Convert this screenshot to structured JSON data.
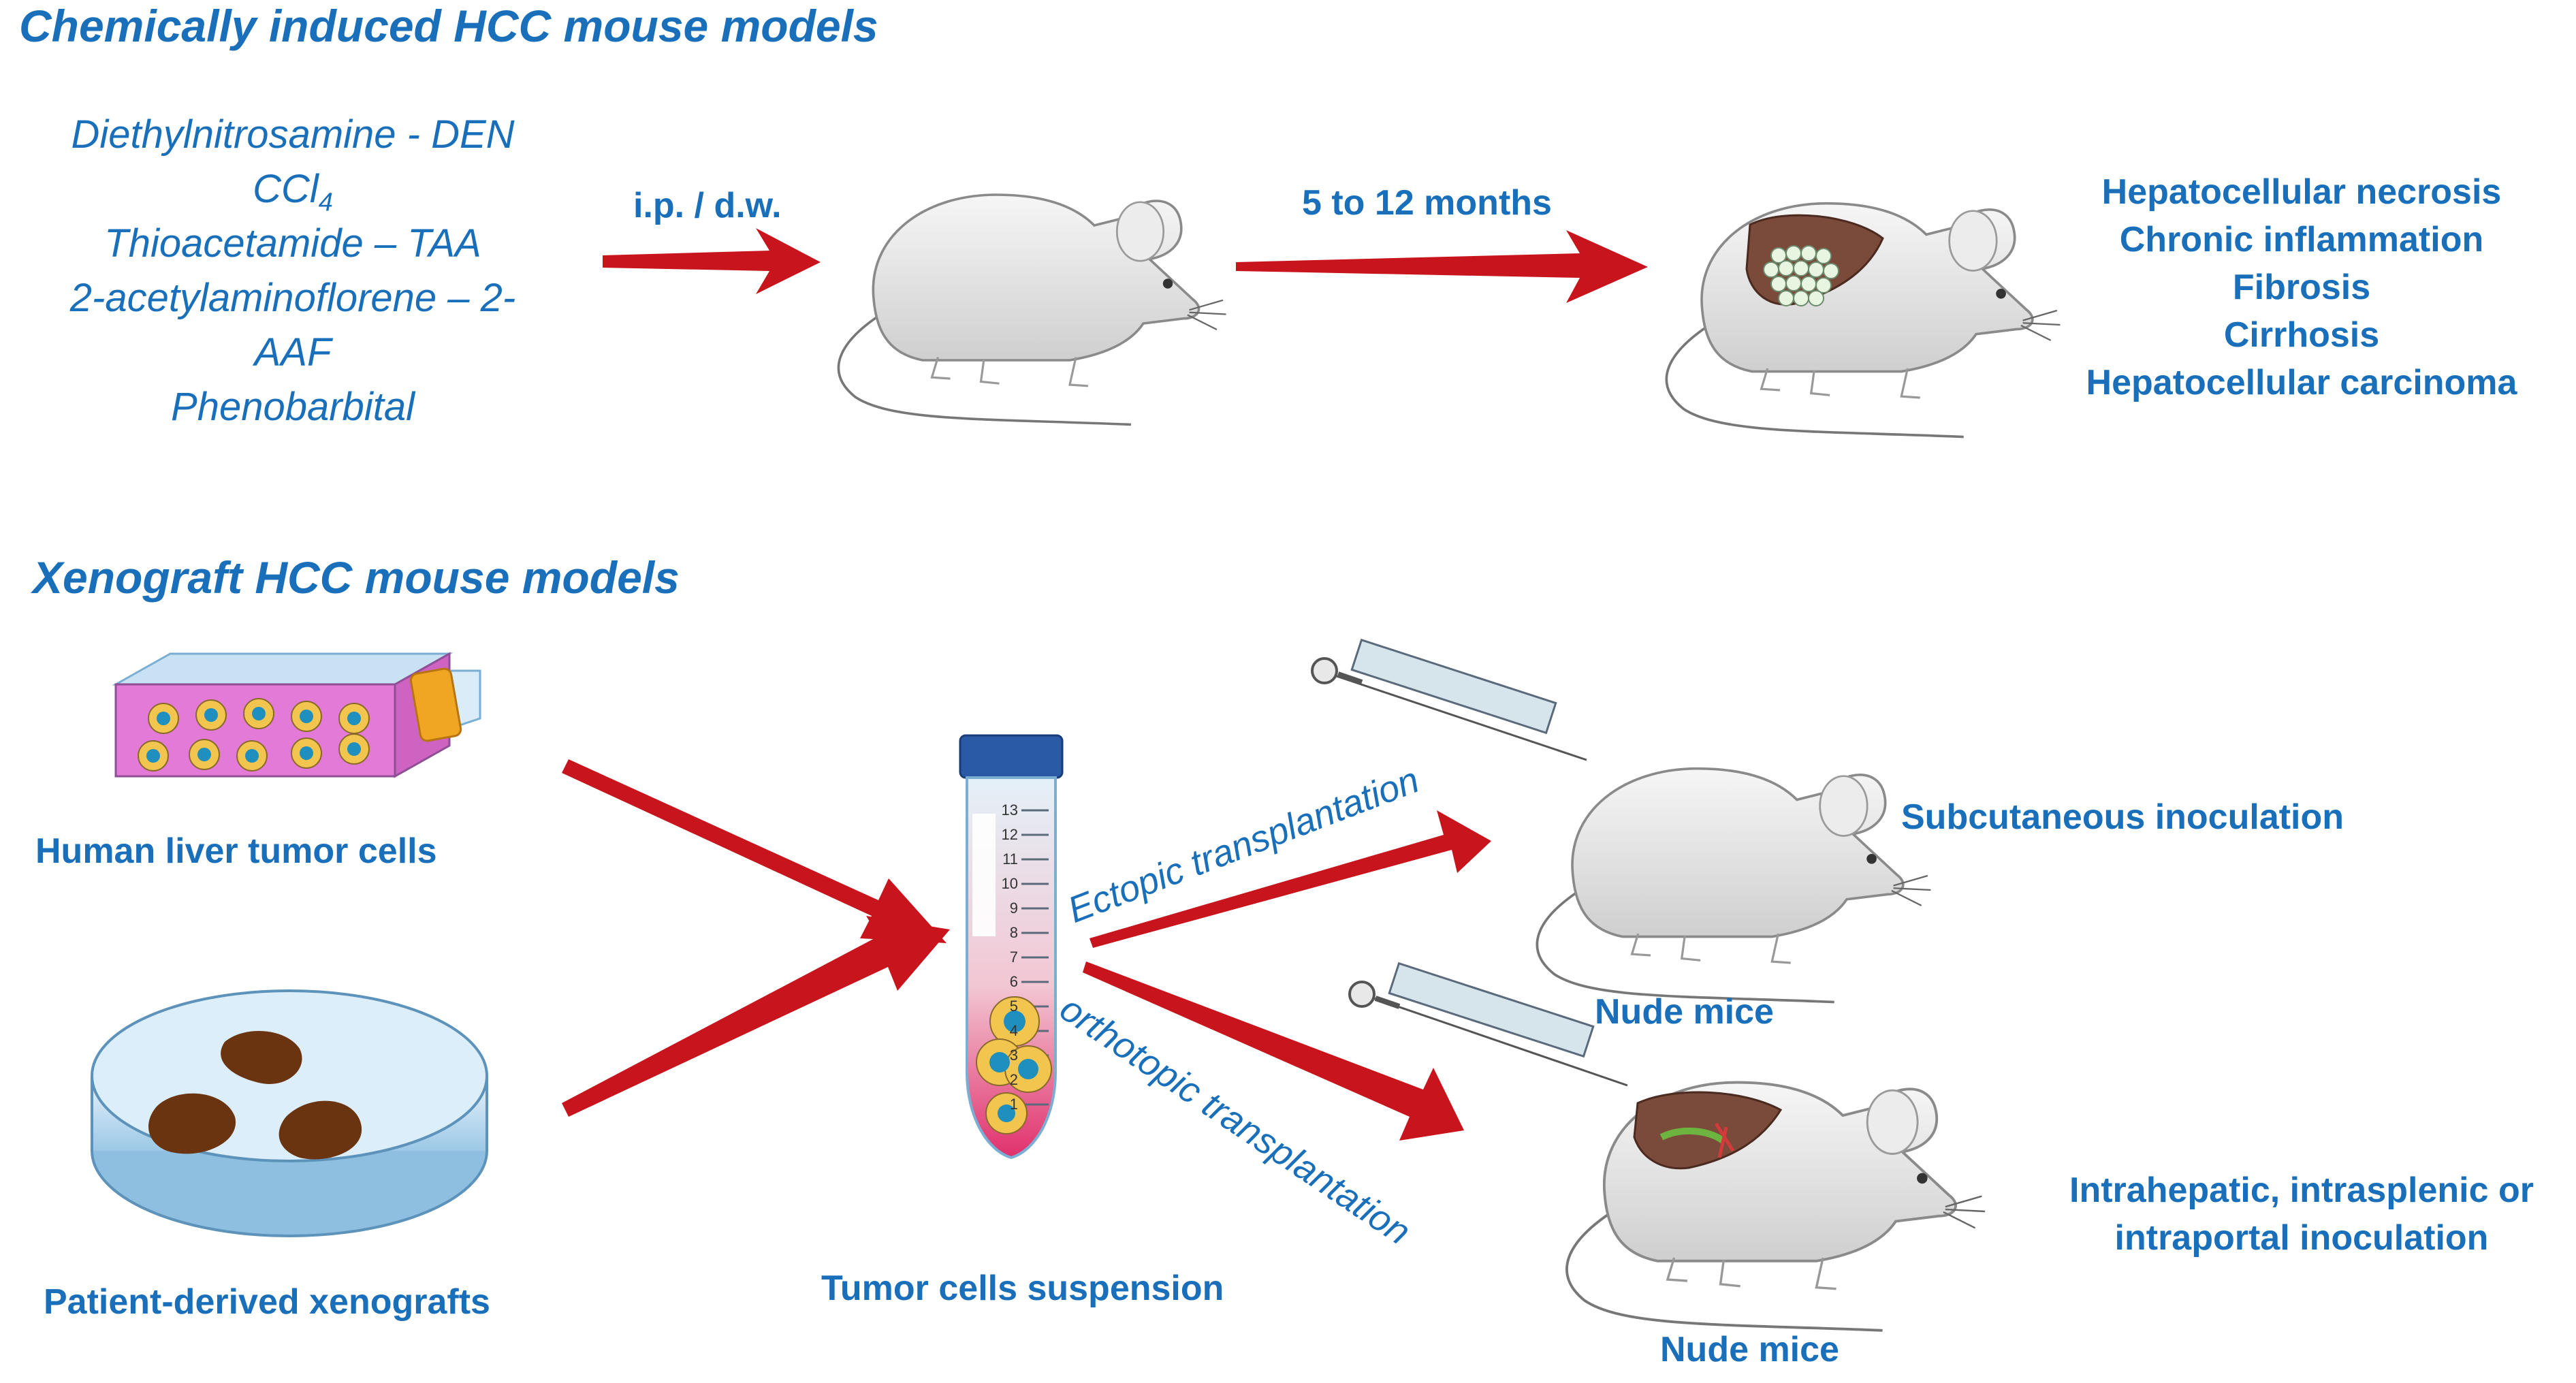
{
  "sections": {
    "chemical": {
      "title": "Chemically induced HCC mouse models",
      "agents": [
        "Diethylnitrosamine  - DEN",
        "CCl",
        "Thioacetamide  – TAA",
        "2-acetylaminoflorene  – 2-",
        "AAF",
        "Phenobarbital"
      ],
      "ccl_subscript": "4",
      "route_label": "i.p. / d.w.",
      "duration_label": "5 to 12 months",
      "outcomes": [
        "Hepatocellular necrosis",
        "Chronic inflammation",
        "Fibrosis",
        "Cirrhosis",
        "Hepatocellular carcinoma"
      ]
    },
    "xenograft": {
      "title": "Xenograft HCC mouse models",
      "sources": [
        "Human liver tumor cells",
        "Patient-derived xenografts"
      ],
      "suspension_label": "Tumor cells suspension",
      "tube_ticks": [
        "13",
        "12",
        "11",
        "10",
        "9",
        "8",
        "7",
        "6",
        "5",
        "4",
        "3",
        "2",
        "1"
      ],
      "ectopic_label": "Ectopic transplantation",
      "orthotopic_label": "orthotopic transplantation",
      "subcutaneous_label": "Subcutaneous inoculation",
      "intrahepatic_label": [
        "Intrahepatic, intrasplenic or",
        "intraportal inoculation"
      ],
      "nude_mice_label": "Nude mice"
    }
  },
  "colors": {
    "text_blue": "#1a6fba",
    "arrow_red": "#c8141c",
    "liver_brown": "#7a4a3a",
    "xenograft_brown": "#6b3410",
    "flask_pink": "#e47ad7"
  }
}
